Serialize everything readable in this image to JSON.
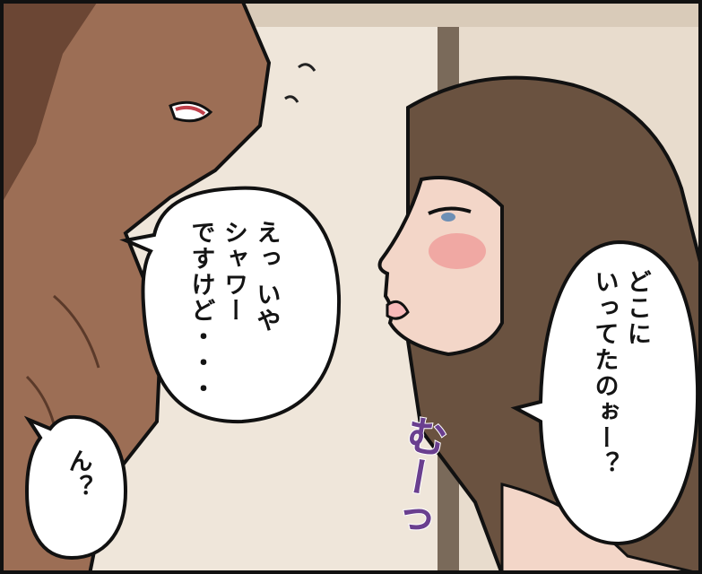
{
  "panel": {
    "bubbles": [
      {
        "id": "man-reply",
        "text": "えっ いや\nシャワー\nですけど・・・"
      },
      {
        "id": "man-question",
        "text": "ん？"
      },
      {
        "id": "woman-question",
        "text": "どこに\nいってたのぉー？"
      }
    ],
    "sfx": {
      "pout": "むーっ"
    },
    "colors": {
      "outline": "#111111",
      "wall": "#efe6da",
      "frame": "#7a6a5a",
      "man_skin": "#9c6e55",
      "woman_skin": "#f3d6c8",
      "woman_hair": "#6a5240",
      "sfx": "#6a3f8f"
    }
  }
}
